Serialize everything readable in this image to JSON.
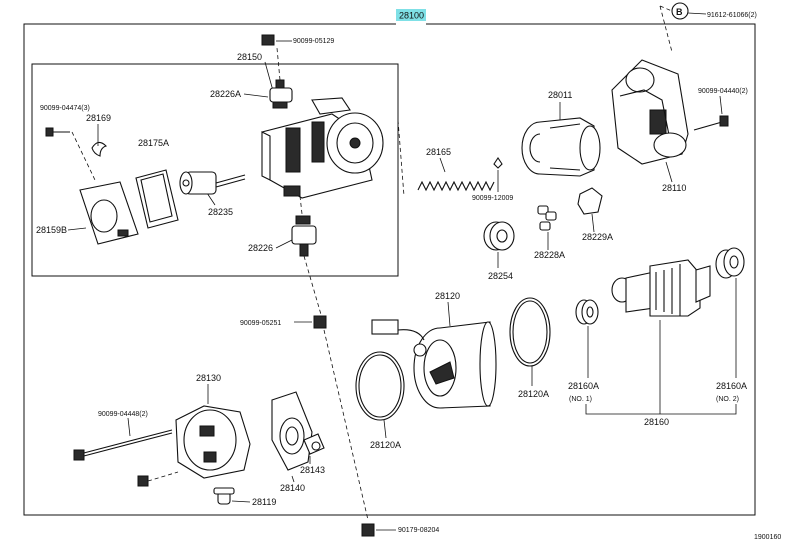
{
  "assembly": {
    "main_part": "28100",
    "main_part_highlight": "#7fe0e6",
    "sheet_id": "1900160"
  },
  "reference_marker": {
    "letter": "B",
    "part": "91612-61066(2)"
  },
  "subassembly_28150": {
    "part": "28150",
    "labels": [
      "90099-04474(3)",
      "28169",
      "28175A",
      "28226A",
      "28235",
      "28159B",
      "28226"
    ]
  },
  "parts": {
    "bolt_top": "90099-05129",
    "spring": "28165",
    "ball": "90099-12009",
    "gear_housing": "28110",
    "bolt_right": "90099-04440(2)",
    "clutch": "28011",
    "gear": "28254",
    "retainer": "28228A",
    "cover": "28229A",
    "plug_mid": "90099-05251",
    "yoke": "28120",
    "oring_a": "28120A",
    "oring_b": "28120A",
    "bearing_1": "28160A",
    "bearing_1_note": "(NO. 1)",
    "armature": "28160",
    "bearing_2": "28160A",
    "bearing_2_note": "(NO. 2)",
    "end_frame": "28130",
    "through_bolt": "90099-04448(2)",
    "brush_holder": "28140",
    "brush": "28143",
    "grommet": "28119",
    "plug_bottom": "90179-08204"
  }
}
